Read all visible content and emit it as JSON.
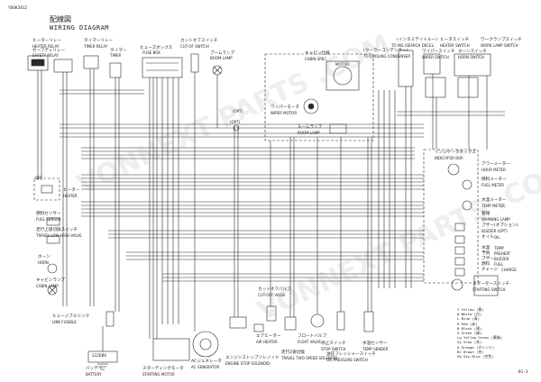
{
  "header": {
    "code": "YDOK3412",
    "title_jp": "配線図",
    "title_en": "WIRING DIAGRAM"
  },
  "page_number": "B1-3",
  "watermark": "VONNEXT PARTS .COM",
  "components": {
    "heater_relay": {
      "jp": "ヒーターリレー",
      "en": "HEATER RELAY"
    },
    "safety_relay": {
      "jp": "セーフティリレー",
      "en": "SAFETY RELAY"
    },
    "timer_relay": {
      "jp": "タイマーリレー",
      "en": "TIMER RELAY"
    },
    "timer": {
      "jp": "タイマー",
      "en": "TIMER"
    },
    "fuse_box": {
      "jp": "ヒューズボックス",
      "en": "FUSE BOX"
    },
    "cutoff_switch": {
      "jp": "カットオフスイッチ",
      "en": "CUT-OF SWITCH"
    },
    "boom_lamp": {
      "jp": "ブームランプ",
      "en": "BOOM LAMP"
    },
    "opt_top": {
      "en": "(OPT)"
    },
    "cab_spec": {
      "jp": "キャビン仕様",
      "en": "CABIN SPEC."
    },
    "motor": {
      "en": "MOTOR"
    },
    "wiper_motor": {
      "jp": "ワイパーモータ",
      "en": "WIPER MOTOR"
    },
    "room_lamp": {
      "jp": "ルームランプ",
      "en": "ROOM LAMP"
    },
    "to_cooling_condenser": {
      "jp": "(クーラーコンデンサー)",
      "en": "TO COOLING CONDENSER"
    },
    "intermittent": {
      "jp": "(インタミデイトルー)",
      "en": "TO INS./SEARCH DECEL."
    },
    "heater_switch": {
      "jp": "ヒータスイッチ",
      "en": "HEATER SWITCH"
    },
    "work_lamp_switch": {
      "jp": "ワークランプスイッチ",
      "en": "WORK LAMP SWITCH"
    },
    "wiper_switch": {
      "jp": "ワイパースイッチ",
      "en": "WIPER SWITCH"
    },
    "horn_switch": {
      "jp": "ホーンスイッチ",
      "en": "HORN SWITCH"
    },
    "indicator_box": {
      "jp": "インジケータボックス",
      "en": "INDICATOR BOX"
    },
    "hour_meter": {
      "jp": "アワーメーター",
      "en": "HOUR METER"
    },
    "fuel_meter": {
      "jp": "燃料メーター",
      "en": "FUEL METER"
    },
    "temp_meter": {
      "jp": "水温メーター",
      "en": "TEMP METER"
    },
    "warning_lamp": {
      "jp": "警報",
      "en": "WARNING LAMP"
    },
    "buzzer": {
      "jp": "ブザー(オプション)",
      "en": "BUZZER (OPT)"
    },
    "oil": {
      "jp": "オイル",
      "en": "OIL"
    },
    "temp_lamp": {
      "jp": "水温",
      "en": "TEMP"
    },
    "preheat": {
      "jp": "予熱",
      "en": "PREHEAT"
    },
    "buzzer2": {
      "jp": "ブザー",
      "en": "BUZZER"
    },
    "fuel_lamp": {
      "jp": "燃料",
      "en": "FUEL"
    },
    "charge": {
      "jp": "チャージ",
      "en": "CHARGE"
    },
    "starting_switch": {
      "jp": "スタータースイッチ",
      "en": "STARTING SWITCH"
    },
    "opt_left": {
      "en": "OPT"
    },
    "heater": {
      "jp": "ヒーター",
      "en": "HEATER"
    },
    "fuel_sensor": {
      "jp": "燃料センサー",
      "en": "FUEL SENSOR"
    },
    "travel_valve": {
      "jp": "走行上速切換スイッチ",
      "en": "TRAVEL LOW-HIGH VALVE"
    },
    "horn": {
      "jp": "ホーン",
      "en": "HORN"
    },
    "cabin_lamp": {
      "jp": "キャビンランプ",
      "en": "CABIN LAMP"
    },
    "fusible_link": {
      "jp": "ヒュージブルリンク",
      "en": "LINK FUSIBLE"
    },
    "battery": {
      "jp": "バッテリ",
      "en": "BATTERY"
    },
    "starting_motor": {
      "jp": "スターティングモータ",
      "en": "STARTING MOTOR"
    },
    "alternator": {
      "jp": "ACジェネレータ",
      "en": "AC GENERATOR"
    },
    "engine_stop_solenoid": {
      "jp": "エンジンストップソレノイド",
      "en": "ENGINE STOP SOLENOID"
    },
    "air_heater": {
      "jp": "エアヒーター",
      "en": "AIR HEATER"
    },
    "cutoff_valve": {
      "jp": "カットオフバルブ",
      "en": "CUT-OFF VALVE"
    },
    "travel_two_speed": {
      "jp": "走行2速切換",
      "en": "TRAVEL TWO SPEED SOLENOID"
    },
    "float_valve": {
      "jp": "フロートバルブ",
      "en": "FLOAT VALVE"
    },
    "stop_switch": {
      "jp": "停止スイッチ",
      "en": "STOP SWITCH"
    },
    "oil_pressure": {
      "jp": "油圧フレッシャースイッチ",
      "en": "OIL PRESSURE SWITCH"
    },
    "temp_sender": {
      "jp": "水温センサー",
      "en": "TEMP SENDER"
    }
  },
  "labels": {
    "s12dbv": "S12DBV",
    "opt_mid": "(OPT)"
  },
  "legend": [
    {
      "code": "Y",
      "en": "Yellow",
      "jp": "黄"
    },
    {
      "code": "W",
      "en": "White",
      "jp": "白"
    },
    {
      "code": "L",
      "en": "Blue",
      "jp": "青"
    },
    {
      "code": "R",
      "en": "Red",
      "jp": "赤"
    },
    {
      "code": "B",
      "en": "Black",
      "jp": "黒"
    },
    {
      "code": "G",
      "en": "Green",
      "jp": "緑"
    },
    {
      "code": "Lg",
      "en": "Yellow Green",
      "jp": "黄緑"
    },
    {
      "code": "Gy",
      "en": "Gray",
      "jp": "灰"
    },
    {
      "code": "O",
      "en": "Orange",
      "jp": "オレンジ"
    },
    {
      "code": "Br",
      "en": "Brown",
      "jp": "茶"
    },
    {
      "code": "Sb",
      "en": "Sky Blue",
      "jp": "空色"
    }
  ]
}
